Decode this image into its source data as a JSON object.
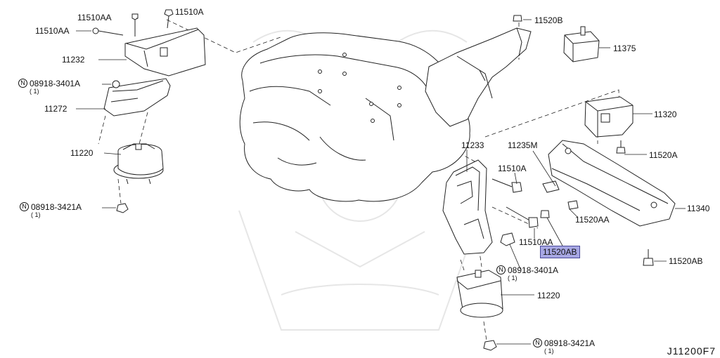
{
  "diagram": {
    "labels": [
      {
        "id": "p-11510AA-top",
        "part": "11510AA"
      },
      {
        "id": "p-11510A-top",
        "part": "11510A"
      },
      {
        "id": "p-11510AA-left",
        "part": "11510AA"
      },
      {
        "id": "p-11232",
        "part": "11232"
      },
      {
        "id": "p-08918-3401A-l",
        "part": "08918-3401A",
        "marker": "N",
        "qty": "( 1)"
      },
      {
        "id": "p-11272",
        "part": "11272"
      },
      {
        "id": "p-11220-l",
        "part": "11220"
      },
      {
        "id": "p-08918-3421A-l",
        "part": "08918-3421A",
        "marker": "N",
        "qty": "( 1)"
      },
      {
        "id": "p-11520B",
        "part": "11520B"
      },
      {
        "id": "p-11375",
        "part": "11375"
      },
      {
        "id": "p-11320",
        "part": "11320"
      },
      {
        "id": "p-11233",
        "part": "11233"
      },
      {
        "id": "p-11235M",
        "part": "11235M"
      },
      {
        "id": "p-11520A",
        "part": "11520A"
      },
      {
        "id": "p-11510A-mid",
        "part": "11510A"
      },
      {
        "id": "p-11340",
        "part": "11340"
      },
      {
        "id": "p-11520AA",
        "part": "11520AA"
      },
      {
        "id": "p-11510AA-mid",
        "part": "11510AA"
      },
      {
        "id": "p-11520AB-hl",
        "part": "11520AB",
        "highlighted": true
      },
      {
        "id": "p-11520AB-r",
        "part": "11520AB"
      },
      {
        "id": "p-08918-3401A-r",
        "part": "08918-3401A",
        "marker": "N",
        "qty": "( 1)"
      },
      {
        "id": "p-11220-r",
        "part": "11220"
      },
      {
        "id": "p-08918-3421A-r",
        "part": "08918-3421A",
        "marker": "N",
        "qty": "( 1)"
      }
    ],
    "reference": "J11200F7",
    "highlight_color": "#a7a7e3"
  }
}
